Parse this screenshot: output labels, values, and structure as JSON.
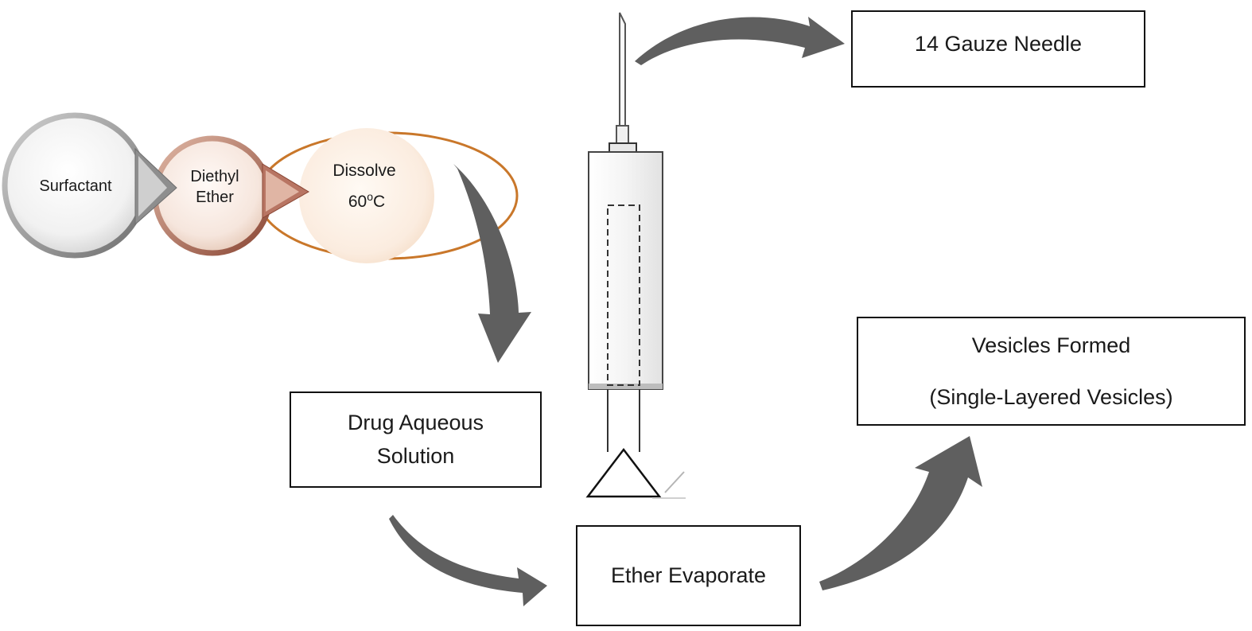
{
  "steps": {
    "surfactant": "Surfactant",
    "diethyl_line1": "Diethyl",
    "diethyl_line2": "Ether",
    "dissolve_line1": "Dissolve",
    "dissolve_temp": "60",
    "dissolve_degree": "o",
    "dissolve_unit": "C"
  },
  "boxes": {
    "needle": "14 Gauze Needle",
    "vesicles_line1": "Vesicles Formed",
    "vesicles_line2": "(Single-Layered Vesicles)",
    "drug_line1": "Drug Aqueous",
    "drug_line2": "Solution",
    "ether": "Ether Evaporate"
  },
  "colors": {
    "arrow": "#5f5f5f",
    "ellipse_stroke": "#c9772a",
    "ring_grey": "#8c8c8c",
    "ring_copper": "#a8604d"
  }
}
